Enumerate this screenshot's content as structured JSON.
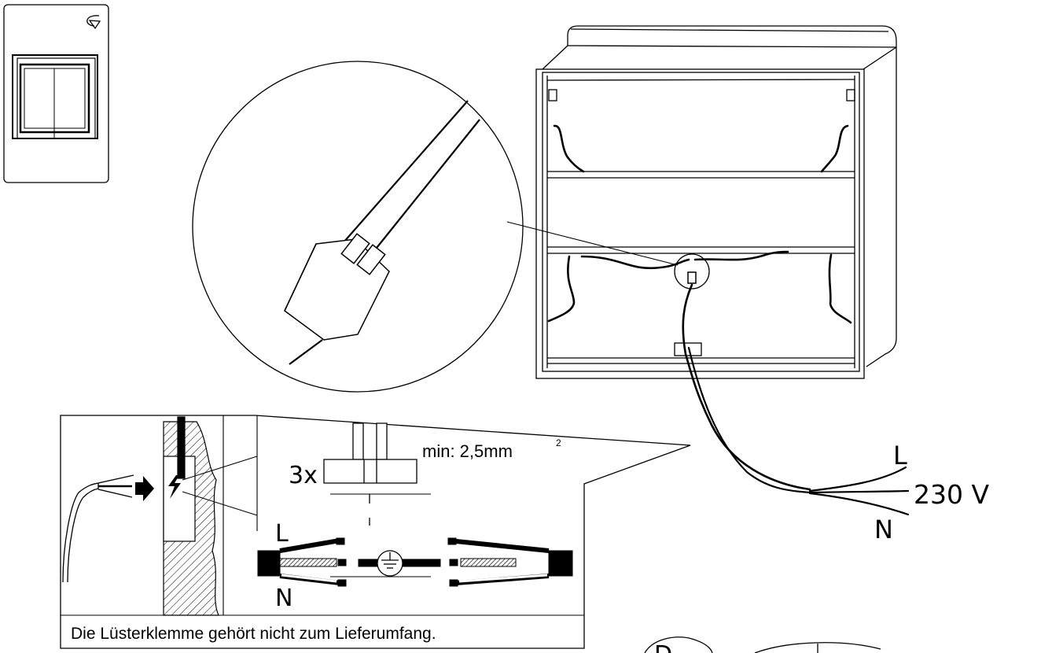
{
  "labels": {
    "L_main": "L",
    "voltage": "230 V",
    "N_main": "N",
    "qty": "3x",
    "min_section": "min: 2,5mm",
    "min_section_sup": "2",
    "L_detail": "L",
    "N_detail": "N",
    "note": "Die Lüsterklemme gehört nicht zum Lieferumfang."
  },
  "colors": {
    "line": "#000000",
    "background": "#ffffff"
  },
  "icons": [
    "rotate-arrow-icon",
    "light-switch-icon",
    "earth-ground-icon",
    "lightning-bolt-icon",
    "arrow-right-icon"
  ]
}
